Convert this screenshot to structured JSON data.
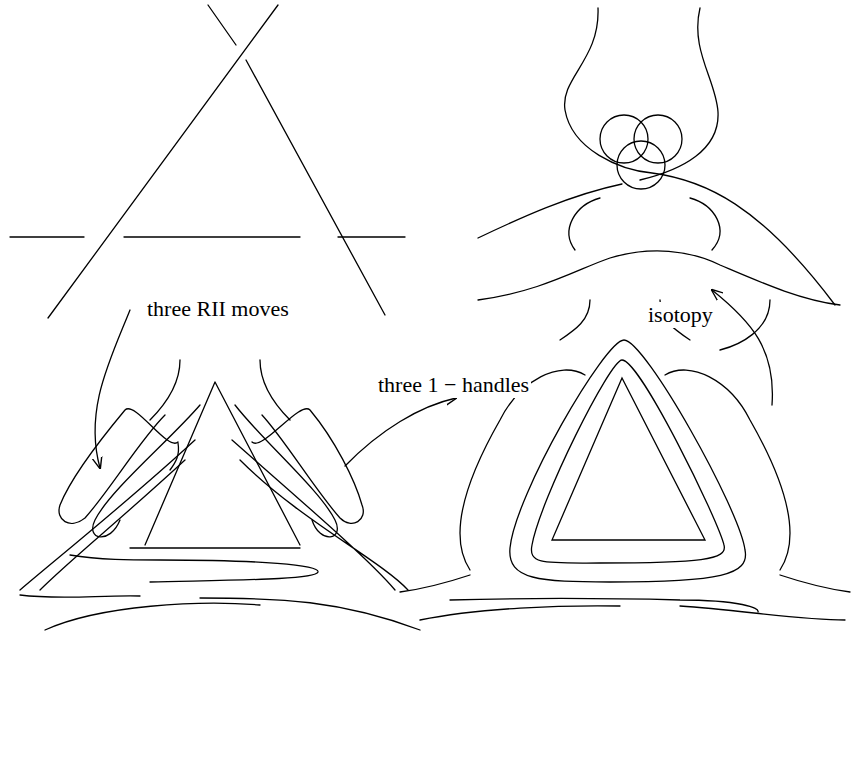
{
  "diagram": {
    "labels": [
      "three RII moves",
      "three 1 − handles",
      "isotopy"
    ]
  }
}
